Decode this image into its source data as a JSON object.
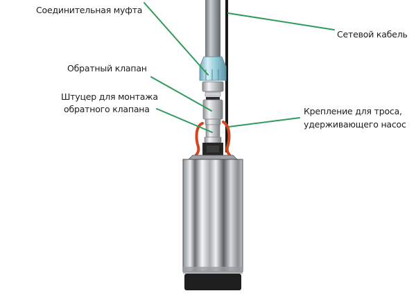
{
  "diagram": {
    "subject": "submersible-borehole-pump",
    "labels": [
      {
        "id": "coupling",
        "text": "Соединительная муфта"
      },
      {
        "id": "cable",
        "text": "Сетевой кабель"
      },
      {
        "id": "check_valve",
        "text": "Обратный клапан"
      },
      {
        "id": "fitting_line1",
        "text": "Штуцер для монтажа"
      },
      {
        "id": "fitting_line2",
        "text": "обратного клапана"
      },
      {
        "id": "rope_mount_line1",
        "text": "Крепление для троса,"
      },
      {
        "id": "rope_mount_line2",
        "text": "удерживающего насос"
      }
    ],
    "colors": {
      "leader_line": "#2e9a5a",
      "rope_clip": "#d2451e",
      "coupling": "#9fd3e0",
      "pipe": "#8a8f94",
      "cable": "#1a1a1a",
      "pump_body": "#b8bcc0",
      "pump_base": "#1e1e1e"
    }
  }
}
